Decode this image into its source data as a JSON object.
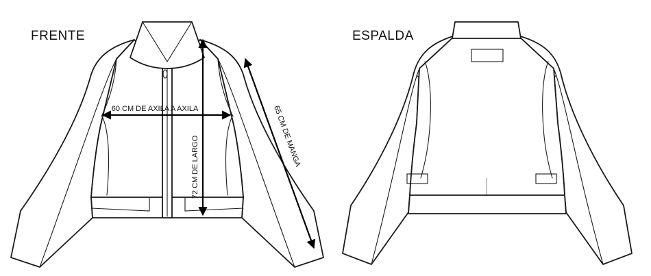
{
  "views": {
    "front_label": "FRENTE",
    "back_label": "ESPALDA"
  },
  "measurements": {
    "chest": "60 CM DE AXILA A AXILA",
    "length": "72 CM DE LARGO",
    "sleeve": "65 CM DE MANGA"
  },
  "colors": {
    "line": "#1a1a1a",
    "background": "#ffffff"
  }
}
